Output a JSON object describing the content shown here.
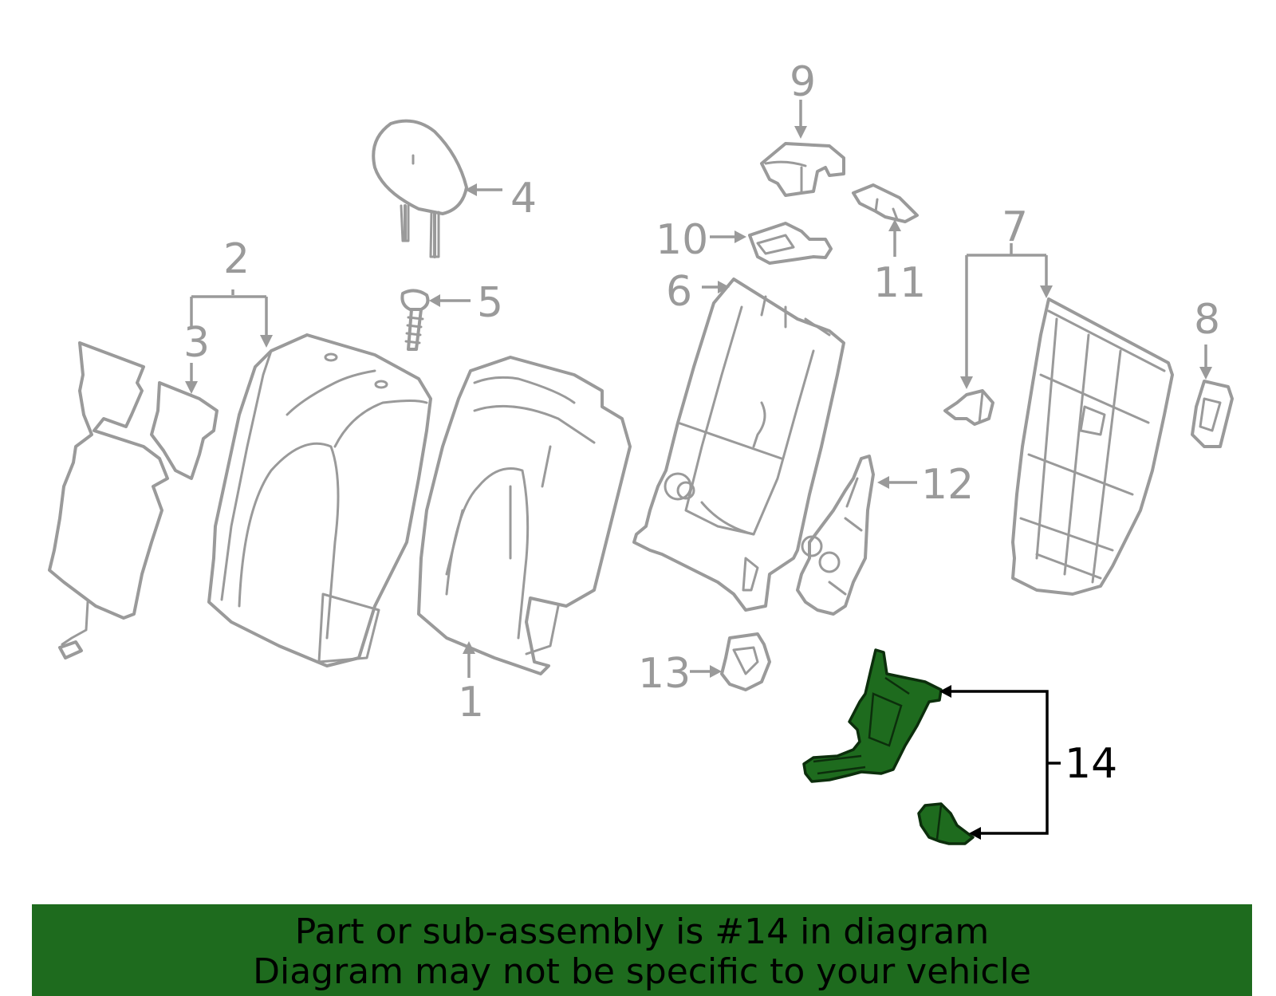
{
  "diagram": {
    "callouts": {
      "c1": "1",
      "c2": "2",
      "c3": "3",
      "c4": "4",
      "c5": "5",
      "c6": "6",
      "c7": "7",
      "c8": "8",
      "c9": "9",
      "c10": "10",
      "c11": "11",
      "c12": "12",
      "c13": "13",
      "c14": "14"
    },
    "highlighted_part": "14",
    "colors": {
      "part_line": "#9a9a9a",
      "highlight_fill": "#1e6b1e",
      "highlight_line": "#0c2e0c",
      "banner_bg": "#1e6b1e",
      "text": "#000000"
    }
  },
  "banner": {
    "line1": "Part or sub-assembly is #14 in diagram",
    "line2": "Diagram may not be specific to your vehicle"
  }
}
